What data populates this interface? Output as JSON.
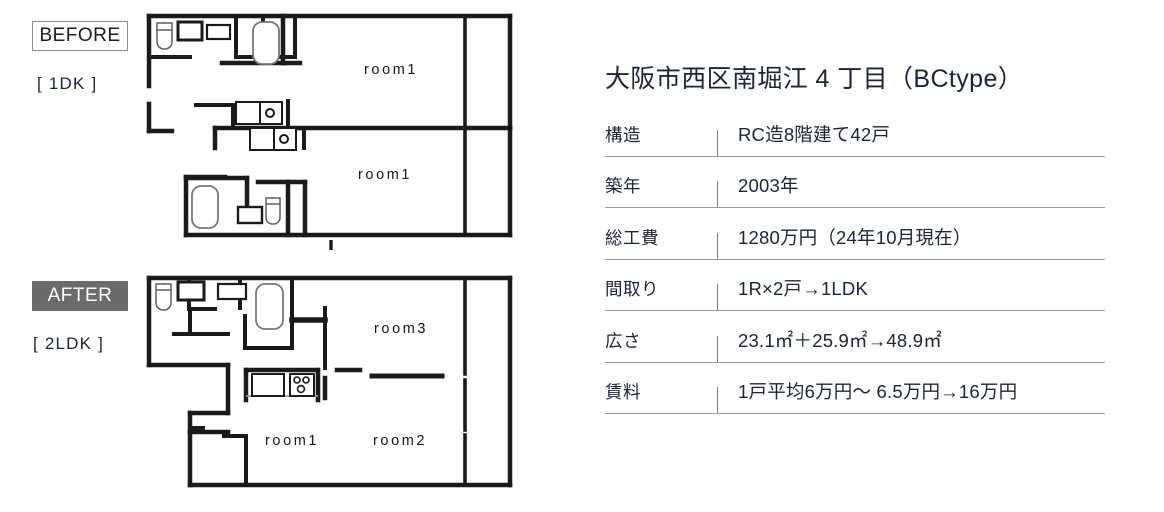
{
  "plan": {
    "before": {
      "badge": "BEFORE",
      "sub_label": "[ 1DK ]",
      "badge_style": "outlined",
      "room_labels": [
        "room1",
        "room1"
      ]
    },
    "after": {
      "badge": "AFTER",
      "sub_label": "[ 2LDK ]",
      "badge_style": "filled",
      "badge_fill": "#6b6b6b",
      "room_labels": [
        "room3",
        "room1",
        "room2"
      ]
    },
    "transform_arrow": "down-arrow",
    "fixtures": [
      "toilet",
      "sink",
      "washer-space",
      "bathtub",
      "kitchen-sink",
      "cooktop"
    ]
  },
  "spec": {
    "title": "大阪市西区南堀江 4 丁目（BCtype）",
    "rows": [
      {
        "label": "構造",
        "value": "RC造8階建て42戸"
      },
      {
        "label": "築年",
        "value": "2003年"
      },
      {
        "label": "総工費",
        "value": "1280万円（24年10月現在）"
      },
      {
        "label": "間取り",
        "value": "1R×2戸→1LDK"
      },
      {
        "label": "広さ",
        "value": "23.1㎡＋25.9㎡→48.9㎡"
      },
      {
        "label": "賃料",
        "value": "1戸平均6万円〜 6.5万円→16万円"
      }
    ]
  },
  "colors": {
    "wall": "#1a1a1a",
    "thin_line": "#888888",
    "text": "#1b2437",
    "rule": "#9a9a9a",
    "after_badge_bg": "#6b6b6b"
  }
}
